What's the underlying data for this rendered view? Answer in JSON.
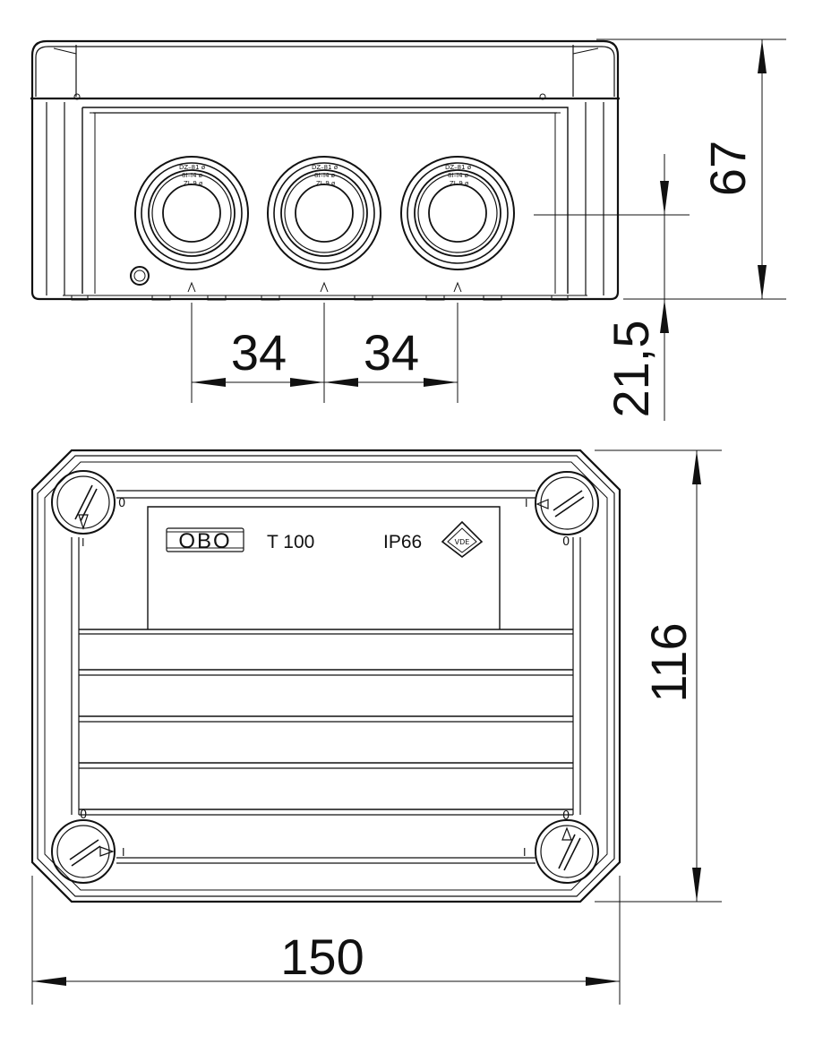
{
  "dimensions": {
    "spacing_left": "34",
    "spacing_right": "34",
    "height": "67",
    "gland_offset": "21,5",
    "depth": "116",
    "width": "150"
  },
  "label": {
    "brand": "OBO",
    "model": "T 100",
    "protection": "IP66",
    "cert": "VDE"
  },
  "markers": {
    "open": "0",
    "closed": "I"
  }
}
